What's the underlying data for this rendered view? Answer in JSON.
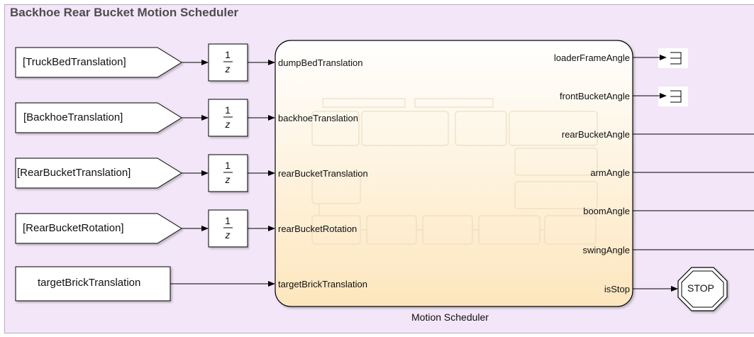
{
  "title": "Backhoe Rear Bucket Motion Scheduler",
  "from_blocks": [
    "[TruckBedTranslation]",
    "[BackhoeTranslation]",
    "[RearBucketTranslation]",
    "[RearBucketRotation]"
  ],
  "constant_block": "targetBrickTranslation",
  "delay": {
    "numerator": "1",
    "denominator": "z"
  },
  "chart_block": {
    "name": "Motion Scheduler",
    "inputs": [
      "dumpBedTranslation",
      "backhoeTranslation",
      "rearBucketTranslation",
      "rearBucketRotation",
      "targetBrickTranslation"
    ],
    "outputs": [
      "loaderFrameAngle",
      "frontBucketAngle",
      "rearBucketAngle",
      "armAngle",
      "boomAngle",
      "swingAngle",
      "isStop"
    ]
  },
  "stop_block": "STOP",
  "colors": {
    "canvas": "#f3e6f8",
    "chart_fill_top": "#ffffff",
    "chart_fill_bottom": "#fde8c2",
    "wire": "#000000"
  }
}
